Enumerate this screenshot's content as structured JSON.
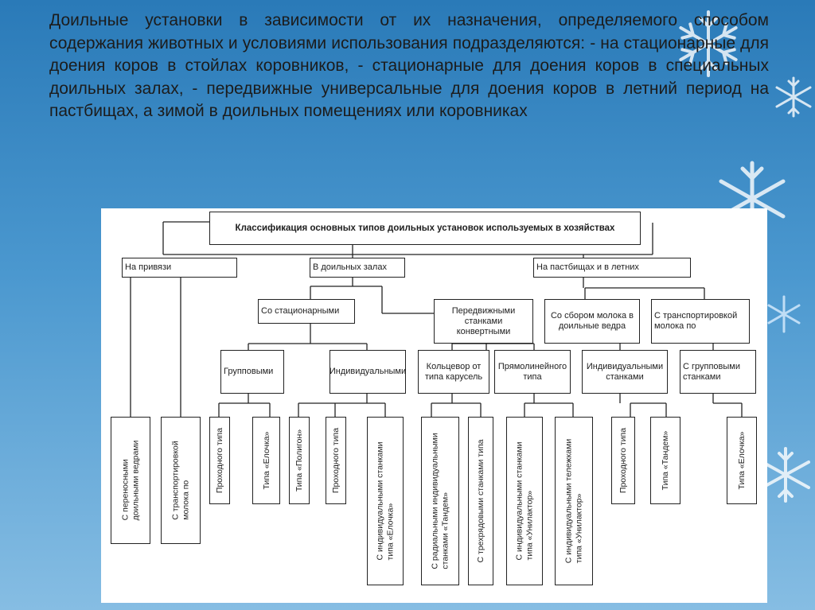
{
  "heading": "Доильные установки в зависимости от их назначения, определяемого способом содержания животных и условиями использования подразделяются: - на стационарные для доения коров в стойлах коровников, - стационарные для доения коров в специальных доильных залах, - передвижные универсальные для доения коров в летний период на пастбищах, а зимой в доильных помещениях или коровниках",
  "diagram": {
    "title": "Классификация основных типов доильных установок используемых в хозяйствах",
    "level1": {
      "tethered": "На привязи",
      "halls": "В доильных залах",
      "pastures": "На пастбищах и в летних"
    },
    "level2": {
      "stationary": "Со стационарными",
      "mobile": "Передвижными станками конвертными",
      "buckets": "Со сбором молока в доильные ведра",
      "transport": "С транспортировкой молока по"
    },
    "level3": {
      "group": "Групповыми",
      "individual": "Индивидуальными",
      "carousel": "Кольцевор от типа карусель",
      "straight": "Прямолинейного типа",
      "indiv_stalls": "Индивидуальными станками",
      "group_stalls": "С групповыми станками"
    },
    "leaves": [
      "С переносными\nдоильными ведрами",
      "С транспортировкой\nмолока по",
      "Проходного типа",
      "Типа «Елочка»",
      "Типа «Полигон»",
      "Проходного типа",
      "С индивидуальными станками\nтипа «Елочка»",
      "С радиальными индивидуальными\nстанками «Тандем»",
      "С трехрядовыми станками типа",
      "С индивидуальными станками\nтипа «Унилактор»",
      "С индивидуальными тележками\nтипа «Унилактор»",
      "Проходного типа",
      "Типа «Тандем»",
      "Типа «Елочка»"
    ]
  }
}
